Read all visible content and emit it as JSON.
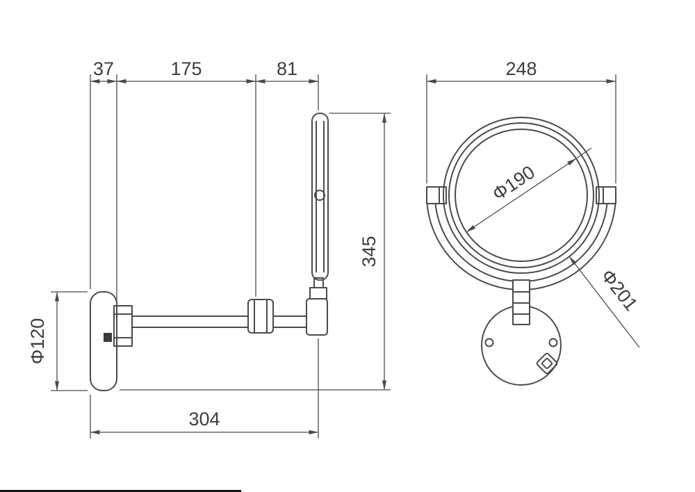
{
  "drawing": {
    "background_color": "#ffffff",
    "line_color": "#4a4a4a",
    "views": {
      "side": {
        "dims": {
          "wall_offset": "37",
          "arm_span": "175",
          "head_offset": "81",
          "overall_height": "345",
          "overall_reach": "304",
          "base_diameter": "Φ120"
        }
      },
      "front": {
        "dims": {
          "frame_width": "248",
          "face_diameter": "Φ190",
          "outer_diameter": "Φ201"
        }
      }
    }
  }
}
